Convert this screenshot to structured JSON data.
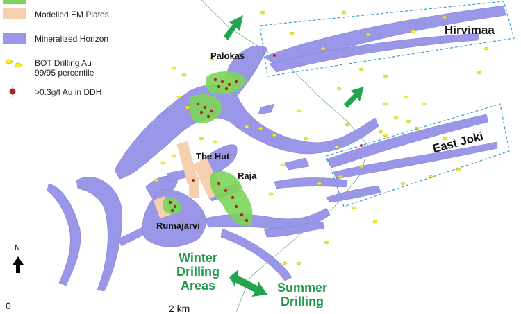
{
  "legend": {
    "items": [
      {
        "label": "",
        "swatch": "green-area"
      },
      {
        "label": "Modelled EM Plates",
        "swatch": "plate"
      },
      {
        "label": "Mineralized Horizon",
        "swatch": "horizon"
      },
      {
        "label": "BOT Drilling Au 99/95 percentile",
        "swatch": "yellow-dots"
      },
      {
        "label": ">0.3g/t Au in DDH",
        "swatch": "red-dot"
      }
    ]
  },
  "places": {
    "palokas": "Palokas",
    "the_hut": "The Hut",
    "raja": "Raja",
    "rumajarvi": "Rumajärvi",
    "hirvimaa": "Hirvimaa",
    "east_joki": "East Joki"
  },
  "areas": {
    "winter": "Winter Drilling Areas",
    "summer": "Summer Drilling"
  },
  "north_label": "N",
  "scale": {
    "start": "0",
    "end": "2 km"
  },
  "colors": {
    "horizon": "#9b97e8",
    "plate": "#f6cfae",
    "green_area": "#7cd45a",
    "yellow": "#f2ee2a",
    "red_dot": "#b0241e",
    "arrow": "#1fa64f",
    "box": "#3a9fc9"
  }
}
